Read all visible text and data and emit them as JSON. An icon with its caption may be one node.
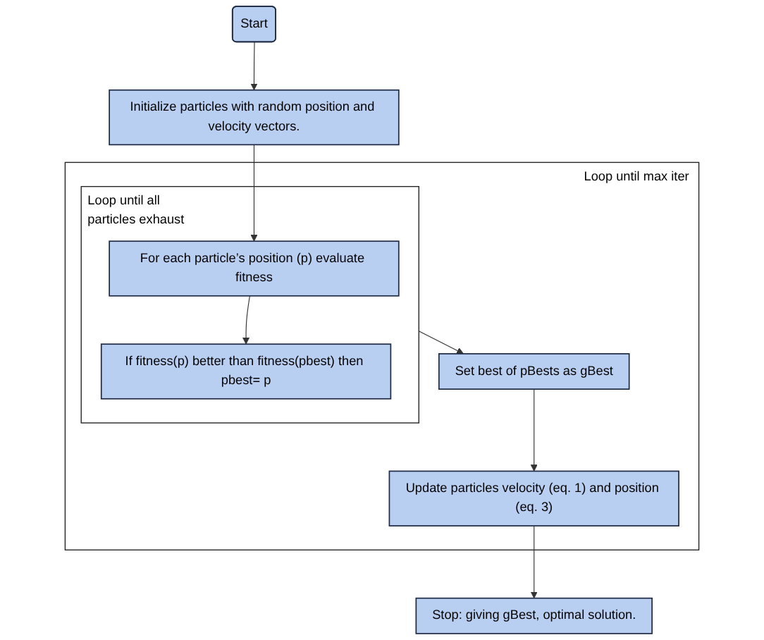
{
  "diagram": {
    "nodes": [
      {
        "text": [
          "Start"
        ]
      },
      {
        "text": [
          "Initialize particles with random position and velocity vectors."
        ]
      },
      {
        "text": [
          "Loop until max iter"
        ]
      },
      {
        "text": [
          "Loop until all particles exhaust"
        ],
        "in": 2
      },
      {
        "text": [
          "For each particle’s position (p) evaluate fitness"
        ],
        "in": 3
      },
      {
        "text": [
          "If fitness(p) better than fitness(pbest) then pbest= p"
        ],
        "in": 3
      },
      {
        "text": [
          "Set best of pBests as gBest"
        ],
        "in": 2
      },
      {
        "text": [
          "Update particles velocity (eq. 1) and position (eq. 3)"
        ],
        "in": 2
      },
      {
        "text": [
          "Stop: giving gBest, optimal solution."
        ]
      }
    ],
    "edges": [
      {
        "from": 0,
        "to": 1,
        "arrow": "to"
      },
      {
        "from": 1,
        "to": 4,
        "arrow": "to"
      },
      {
        "from": 4,
        "to": 5,
        "arrow": "to"
      },
      {
        "from": 3,
        "to": 6,
        "arrow": "to"
      },
      {
        "from": 6,
        "to": 7,
        "arrow": "to"
      },
      {
        "from": 7,
        "to": 8,
        "arrow": "to"
      }
    ]
  }
}
